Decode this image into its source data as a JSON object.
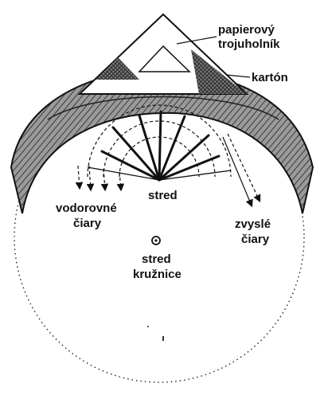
{
  "labels": {
    "paper_triangle_line1": "papierový",
    "paper_triangle_line2": "trojuholník",
    "cardboard": "kartón",
    "center": "stred",
    "horizontal_line1": "vodorovné",
    "horizontal_line2": "čiary",
    "vertical_line1": "zvyslé",
    "vertical_line2": "čiary",
    "circle_center_line1": "stred",
    "circle_center_line2": "kružnice"
  },
  "colors": {
    "ink": "#111111",
    "band_fill": "#8c8c8c",
    "band_hatch": "#3a3a3a",
    "paper": "#ffffff"
  }
}
